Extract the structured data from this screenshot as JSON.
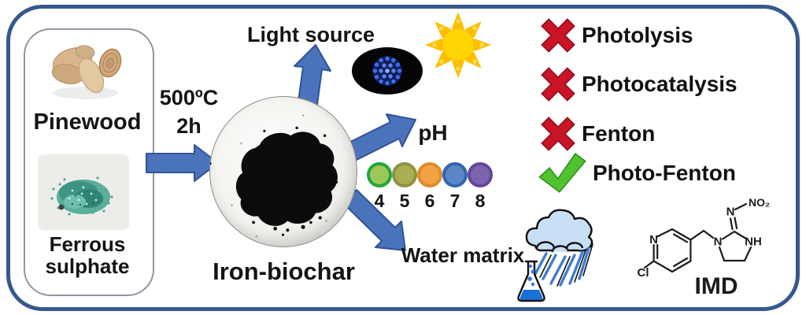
{
  "left_panel": {
    "pinewood_label": "Pinewood",
    "ferrous_line1": "Ferrous",
    "ferrous_line2": "sulphate"
  },
  "process": {
    "temperature": "500ºC",
    "duration": "2h",
    "product_label": "Iron-biochar"
  },
  "factors": {
    "light_label": "Light source",
    "ph_label": "pH",
    "water_label": "Water matrix"
  },
  "ph": {
    "items": [
      {
        "value": "4",
        "fill": "#9DC857",
        "ring": "#23A63C"
      },
      {
        "value": "5",
        "fill": "#A9B054",
        "ring": "#8F9340"
      },
      {
        "value": "6",
        "fill": "#F1A244",
        "ring": "#DE8D2B"
      },
      {
        "value": "7",
        "fill": "#5C87C6",
        "ring": "#3166AE"
      },
      {
        "value": "8",
        "fill": "#7D64AC",
        "ring": "#63479A"
      }
    ]
  },
  "outcomes": {
    "cross_color": "#C81426",
    "check_color": "#4FC32F",
    "items": [
      {
        "label": "Photolysis",
        "status": "rejected"
      },
      {
        "label": "Photocatalysis",
        "status": "rejected"
      },
      {
        "label": "Fenton",
        "status": "rejected"
      },
      {
        "label": "Photo-Fenton",
        "status": "accepted"
      }
    ]
  },
  "molecule": {
    "name": "IMD",
    "atoms": {
      "pyridine_n": "N",
      "chlorine": "Cl",
      "ring_n": "N",
      "ring_nh": "NH",
      "imine_n": "N",
      "nitro_group": "NO₂"
    }
  },
  "colors": {
    "frame_border": "#36598C",
    "arrow_fill": "#4A73BC",
    "arrow_stroke": "#2F5496"
  }
}
